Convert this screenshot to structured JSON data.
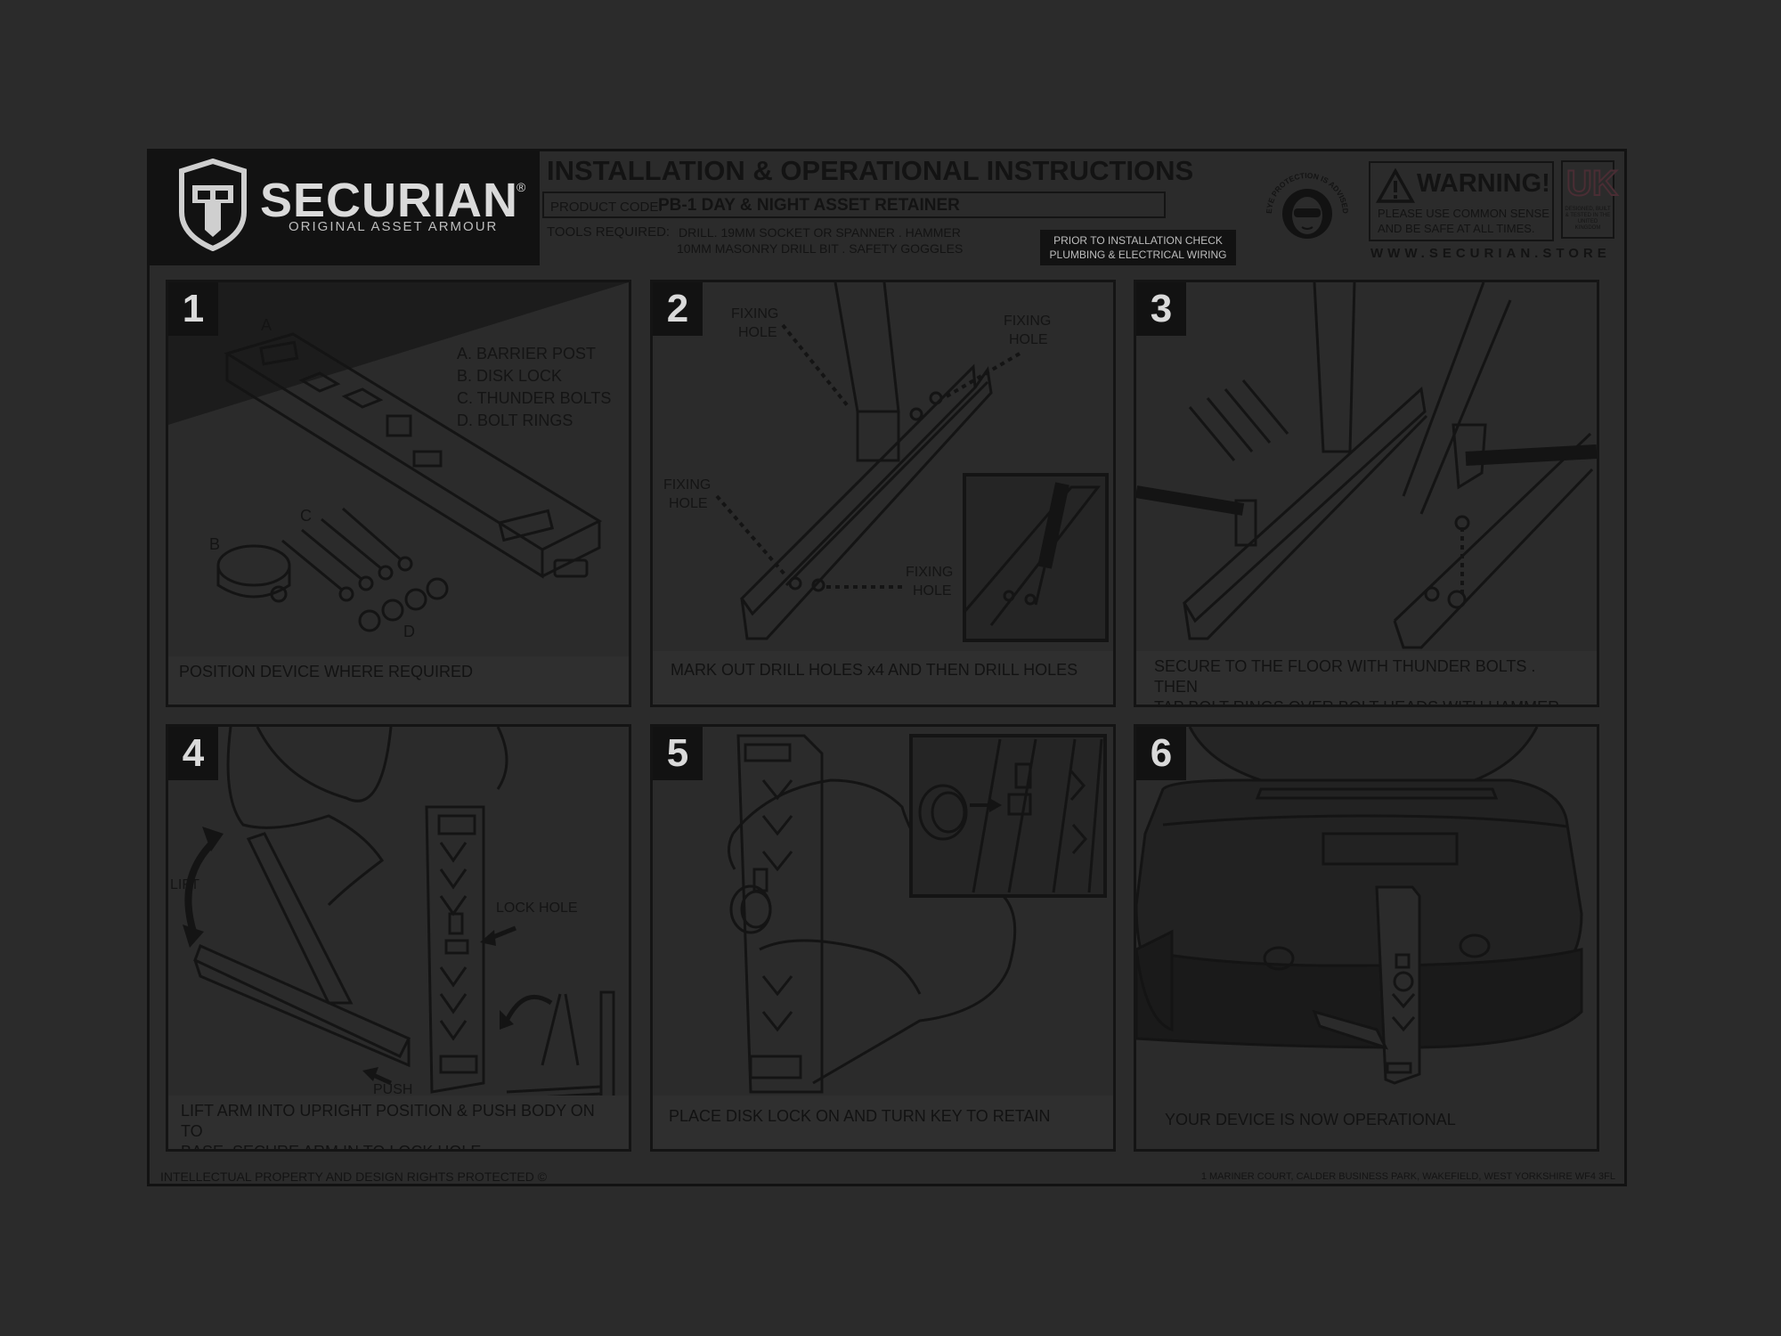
{
  "header": {
    "brand_name": "SECURIAN",
    "brand_reg": "®",
    "brand_tagline": "ORIGINAL ASSET ARMOUR",
    "main_title": "INSTALLATION  & OPERATIONAL INSTRUCTIONS",
    "product_code_label": "PRODUCT CODE:",
    "product_code_value": "PB-1  DAY & NIGHT ASSET RETAINER",
    "tools_label": "TOOLS REQUIRED:",
    "tools_line1": "DRILL. 19MM SOCKET OR SPANNER . HAMMER",
    "tools_line2": "10MM MASONRY  DRILL BIT . SAFETY GOGGLES",
    "prior_check_line1": "PRIOR TO INSTALLATION CHECK",
    "prior_check_line2": "PLUMBING & ELECTRICAL WIRING",
    "goggles_badge_text": "EYE PROTECTION IS ADVISED WHEN USING TOOLS",
    "warning_title": "WARNING!",
    "warning_text": "PLEASE USE COMMON SENSE AND BE SAFE AT ALL TIMES.",
    "uk_letters": "UK",
    "uk_text": "DESIGNED, BUILT & TESTED IN THE UNITED KINGDOM",
    "website": "WWW.SECURIAN.STORE"
  },
  "panels": [
    {
      "number": "1",
      "caption": "POSITION DEVICE WHERE REQUIRED",
      "labels": {
        "a": "A",
        "b": "B",
        "c": "C",
        "d": "D",
        "parts": [
          "A. BARRIER POST",
          "B. DISK LOCK",
          "C. THUNDER BOLTS",
          "D. BOLT RINGS"
        ]
      }
    },
    {
      "number": "2",
      "caption": "MARK OUT DRILL HOLES x4 AND THEN DRILL HOLES",
      "labels": {
        "fixing": "FIXING",
        "hole": "HOLE"
      }
    },
    {
      "number": "3",
      "caption_line1": "SECURE TO THE FLOOR WITH THUNDER BOLTS . THEN",
      "caption_line2": "TAP BOLT RINGS OVER BOLT HEADS WITH HAMMER"
    },
    {
      "number": "4",
      "caption_line1": "LIFT ARM INTO UPRIGHT POSITION & PUSH BODY ON TO",
      "caption_line2": "BASE.  SECURE ARM IN TO LOCK HOLE",
      "labels": {
        "lift": "LIFT",
        "lock_hole": "LOCK HOLE",
        "push": "PUSH"
      }
    },
    {
      "number": "5",
      "caption": "PLACE DISK LOCK ON AND TURN KEY TO RETAIN"
    },
    {
      "number": "6",
      "caption": "YOUR DEVICE IS NOW OPERATIONAL"
    }
  ],
  "footer": {
    "left": "INTELLECTUAL PROPERTY AND DESIGN RIGHTS PROTECTED ©",
    "right": "1 MARINER COURT, CALDER BUSINESS PARK, WAKEFIELD, WEST YORKSHIRE WF4 3FL"
  },
  "colors": {
    "background": "#2b2b2b",
    "ink": "#121212",
    "inverse_text": "#dadada"
  }
}
